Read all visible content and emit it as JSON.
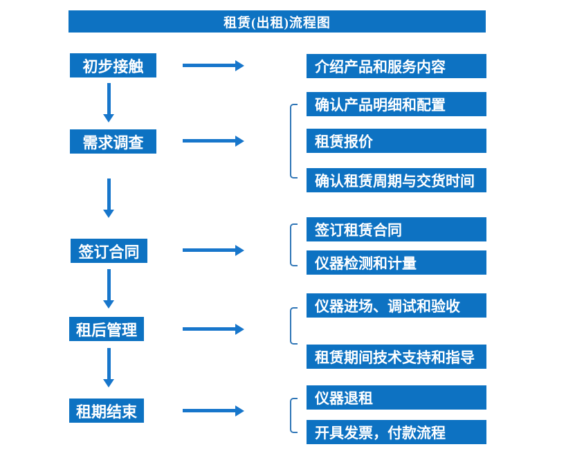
{
  "title": "租赁(出租)流程图",
  "colors": {
    "box_blue": "#0d72c2",
    "arrow_blue": "#1776cb",
    "bracket_blue": "#2e75b6",
    "text_white": "#ffffff",
    "background": "#ffffff"
  },
  "icons": {
    "arrow_right": "solid right-pointing triangle with shaft (css shape)",
    "arrow_down": "solid down-pointing triangle with shaft (css shape)",
    "group_bracket": "thin square bracket line grouping detail boxes (css shape)"
  },
  "left_steps": [
    {
      "label": "初步接触"
    },
    {
      "label": "需求调查"
    },
    {
      "label": "签订合同"
    },
    {
      "label": "租后管理"
    },
    {
      "label": "租期结束"
    }
  ],
  "right_column": {
    "intro": {
      "label": "介绍产品和服务内容"
    },
    "groups": [
      {
        "items": [
          {
            "label": "确认产品明细和配置"
          },
          {
            "label": "租赁报价"
          },
          {
            "label": "确认租赁周期与交货时间"
          }
        ]
      },
      {
        "items": [
          {
            "label": "签订租赁合同"
          },
          {
            "label": "仪器检测和计量"
          }
        ]
      },
      {
        "items": [
          {
            "label": "仪器进场、调试和验收"
          },
          {
            "label": "租赁期间技术支持和指导"
          }
        ]
      },
      {
        "items": [
          {
            "label": "仪器退租"
          },
          {
            "label": "开具发票，付款流程"
          }
        ]
      }
    ]
  }
}
